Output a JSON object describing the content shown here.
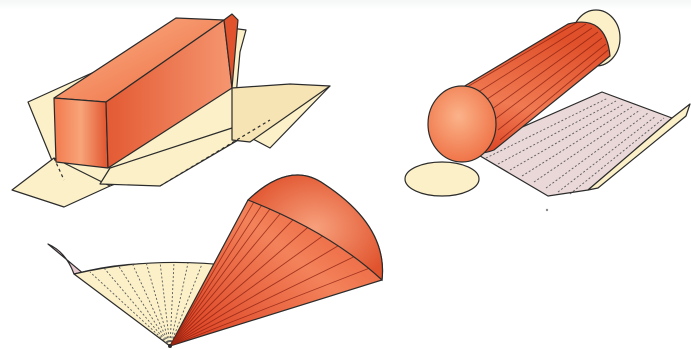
{
  "figure": {
    "panels": [
      {
        "shape": "rectangular-prism",
        "net": "unfolded-rectangle-net"
      },
      {
        "shape": "cylinder",
        "net": "unrolled-rectangle-with-circular-bases"
      },
      {
        "shape": "cone",
        "net": "unrolled-circular-sector"
      }
    ],
    "colors": {
      "solid_dark": "#d93a1c",
      "solid_mid": "#ee6a3e",
      "solid_light": "#fbb38a",
      "net_fill": "#fbf0c8",
      "net_outline": "#2b2b2b",
      "net_underside": "#e8c8cf"
    }
  }
}
